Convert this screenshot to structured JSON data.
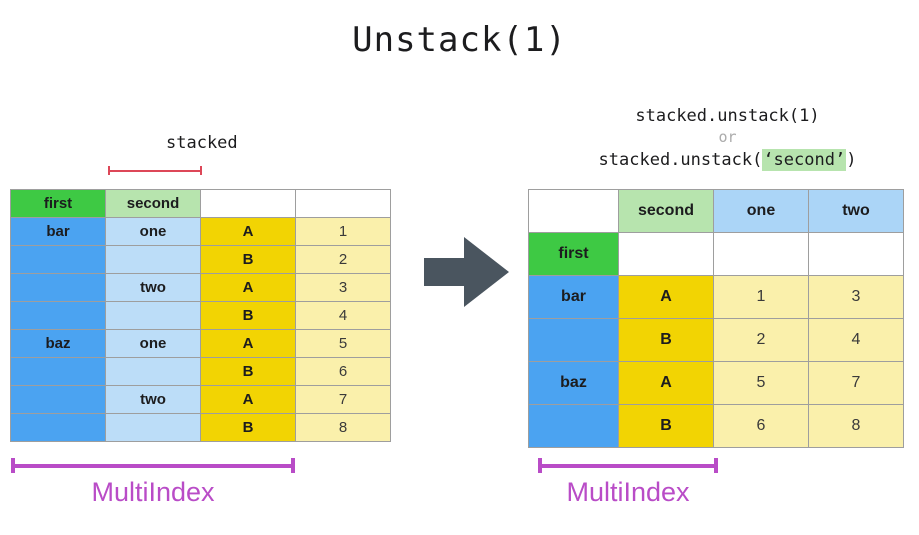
{
  "title": "Unstack(1)",
  "colors": {
    "green": "#3ec944",
    "light_green": "#b7e4ae",
    "blue": "#4ba3f1",
    "light_blue": "#bcddf8",
    "header_blue": "#abd5f7",
    "gold": "#f2d403",
    "pale_yellow": "#faf0ab",
    "magenta": "#b94cc7",
    "red": "#dd4758",
    "arrow": "#4a555f",
    "gray_text": "#ababab",
    "border": "#9e9e9e"
  },
  "left": {
    "span_label": "stacked",
    "multiindex_label": "MultiIndex",
    "table": {
      "rows": [
        [
          "first",
          "second",
          "",
          ""
        ],
        [
          "bar",
          "one",
          "A",
          "1"
        ],
        [
          "",
          "",
          "B",
          "2"
        ],
        [
          "",
          "two",
          "A",
          "3"
        ],
        [
          "",
          "",
          "B",
          "4"
        ],
        [
          "baz",
          "one",
          "A",
          "5"
        ],
        [
          "",
          "",
          "B",
          "6"
        ],
        [
          "",
          "two",
          "A",
          "7"
        ],
        [
          "",
          "",
          "B",
          "8"
        ]
      ]
    }
  },
  "right": {
    "code_line1": "stacked.unstack(1)",
    "code_or": "or",
    "code_prefix": "stacked.unstack(",
    "code_highlight": "‘second’",
    "code_suffix": ")",
    "multiindex_label": "MultiIndex",
    "table": {
      "rows": [
        [
          "",
          "second",
          "one",
          "two"
        ],
        [
          "first",
          "",
          "",
          ""
        ],
        [
          "bar",
          "A",
          "1",
          "3"
        ],
        [
          "",
          "B",
          "2",
          "4"
        ],
        [
          "baz",
          "A",
          "5",
          "7"
        ],
        [
          "",
          "B",
          "6",
          "8"
        ]
      ]
    }
  }
}
